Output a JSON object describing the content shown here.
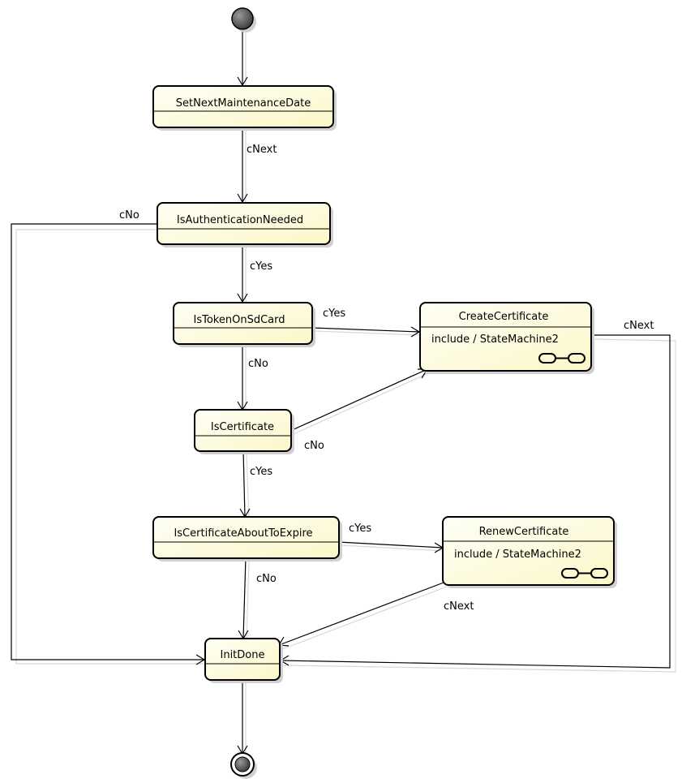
{
  "diagram": {
    "states": {
      "set_next": "SetNextMaintenanceDate",
      "is_auth": "IsAuthenticationNeeded",
      "is_token": "IsTokenOnSdCard",
      "create_cert": "CreateCertificate",
      "create_cert_body": "include / StateMachine2",
      "is_cert": "IsCertificate",
      "is_expire": "IsCertificateAboutToExpire",
      "renew_cert": "RenewCertificate",
      "renew_cert_body": "include / StateMachine2",
      "init_done": "InitDone"
    },
    "transitions": {
      "set_to_auth": "cNext",
      "auth_to_init": "cNo",
      "auth_to_token": "cYes",
      "token_to_create": "cYes",
      "token_to_cert": "cNo",
      "cert_to_create": "cNo",
      "create_to_init": "cNext",
      "cert_to_expire": "cYes",
      "expire_to_renew": "cYes",
      "expire_to_init": "cNo",
      "renew_to_init": "cNext"
    }
  },
  "colors": {
    "state_fill_top": "#fffff6",
    "state_fill_bottom": "#fbf7c8",
    "stroke": "#000000",
    "shadow": "#d0d0d0"
  }
}
